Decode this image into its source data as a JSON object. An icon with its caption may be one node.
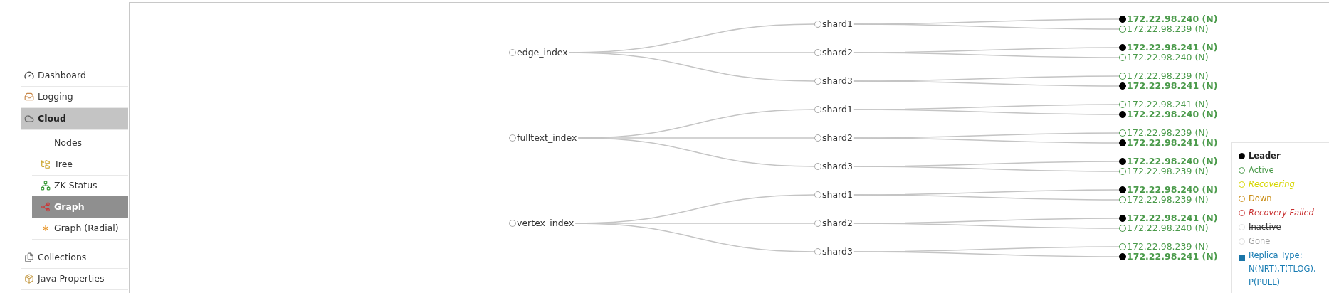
{
  "diagram": {
    "nodes": [
      {
        "text": [
          "edge_index"
        ]
      },
      {
        "text": [
          "shard1"
        ]
      },
      {
        "text": [
          "172.22.98.240 (N)"
        ]
      },
      {
        "text": [
          "172.22.98.239 (N)"
        ]
      },
      {
        "text": [
          "shard2"
        ]
      },
      {
        "text": [
          "172.22.98.241 (N)"
        ]
      },
      {
        "text": [
          "172.22.98.240 (N)"
        ]
      },
      {
        "text": [
          "shard3"
        ]
      },
      {
        "text": [
          "172.22.98.239 (N)"
        ]
      },
      {
        "text": [
          "172.22.98.241 (N)"
        ]
      },
      {
        "text": [
          "fulltext_index"
        ]
      },
      {
        "text": [
          "shard1"
        ]
      },
      {
        "text": [
          "172.22.98.241 (N)"
        ]
      },
      {
        "text": [
          "172.22.98.240 (N)"
        ]
      },
      {
        "text": [
          "shard2"
        ]
      },
      {
        "text": [
          "172.22.98.239 (N)"
        ]
      },
      {
        "text": [
          "172.22.98.241 (N)"
        ]
      },
      {
        "text": [
          "shard3"
        ]
      },
      {
        "text": [
          "172.22.98.240 (N)"
        ]
      },
      {
        "text": [
          "172.22.98.239 (N)"
        ]
      },
      {
        "text": [
          "vertex_index"
        ]
      },
      {
        "text": [
          "shard1"
        ]
      },
      {
        "text": [
          "172.22.98.240 (N)"
        ]
      },
      {
        "text": [
          "172.22.98.239 (N)"
        ]
      },
      {
        "text": [
          "shard2"
        ]
      },
      {
        "text": [
          "172.22.98.241 (N)"
        ]
      },
      {
        "text": [
          "172.22.98.240 (N)"
        ]
      },
      {
        "text": [
          "shard3"
        ]
      },
      {
        "text": [
          "172.22.98.239 (N)"
        ]
      },
      {
        "text": [
          "172.22.98.241 (N)"
        ]
      }
    ],
    "edges": [
      {
        "from": 0,
        "to": 1,
        "arrow": "none"
      },
      {
        "from": 1,
        "to": 2,
        "arrow": "none"
      },
      {
        "from": 1,
        "to": 3,
        "arrow": "none"
      },
      {
        "from": 0,
        "to": 4,
        "arrow": "none"
      },
      {
        "from": 4,
        "to": 5,
        "arrow": "none"
      },
      {
        "from": 4,
        "to": 6,
        "arrow": "none"
      },
      {
        "from": 0,
        "to": 7,
        "arrow": "none"
      },
      {
        "from": 7,
        "to": 8,
        "arrow": "none"
      },
      {
        "from": 7,
        "to": 9,
        "arrow": "none"
      },
      {
        "from": 10,
        "to": 11,
        "arrow": "none"
      },
      {
        "from": 11,
        "to": 12,
        "arrow": "none"
      },
      {
        "from": 11,
        "to": 13,
        "arrow": "none"
      },
      {
        "from": 10,
        "to": 14,
        "arrow": "none"
      },
      {
        "from": 14,
        "to": 15,
        "arrow": "none"
      },
      {
        "from": 14,
        "to": 16,
        "arrow": "none"
      },
      {
        "from": 10,
        "to": 17,
        "arrow": "none"
      },
      {
        "from": 17,
        "to": 18,
        "arrow": "none"
      },
      {
        "from": 17,
        "to": 19,
        "arrow": "none"
      },
      {
        "from": 20,
        "to": 21,
        "arrow": "none"
      },
      {
        "from": 21,
        "to": 22,
        "arrow": "none"
      },
      {
        "from": 21,
        "to": 23,
        "arrow": "none"
      },
      {
        "from": 20,
        "to": 24,
        "arrow": "none"
      },
      {
        "from": 24,
        "to": 25,
        "arrow": "none"
      },
      {
        "from": 24,
        "to": 26,
        "arrow": "none"
      },
      {
        "from": 20,
        "to": 27,
        "arrow": "none"
      },
      {
        "from": 27,
        "to": 28,
        "arrow": "none"
      },
      {
        "from": 27,
        "to": 29,
        "arrow": "none"
      }
    ],
    "labels": [
      "Dashboard",
      "Logging",
      "Cloud",
      "Nodes",
      "Tree",
      "ZK Status",
      "Graph",
      "Graph (Radial)",
      "Collections",
      "Java Properties"
    ],
    "legend": [
      {
        "text": "Leader"
      },
      {
        "text": "Active"
      },
      {
        "text": "Recovering"
      },
      {
        "text": "Down"
      },
      {
        "text": "Recovery Failed"
      },
      {
        "text": "Inactive"
      },
      {
        "text": "Gone"
      },
      {
        "text": "Replica Type: N(NRT),T(TLOG),P(PULL)",
        "color": "#1a75a8"
      }
    ]
  }
}
